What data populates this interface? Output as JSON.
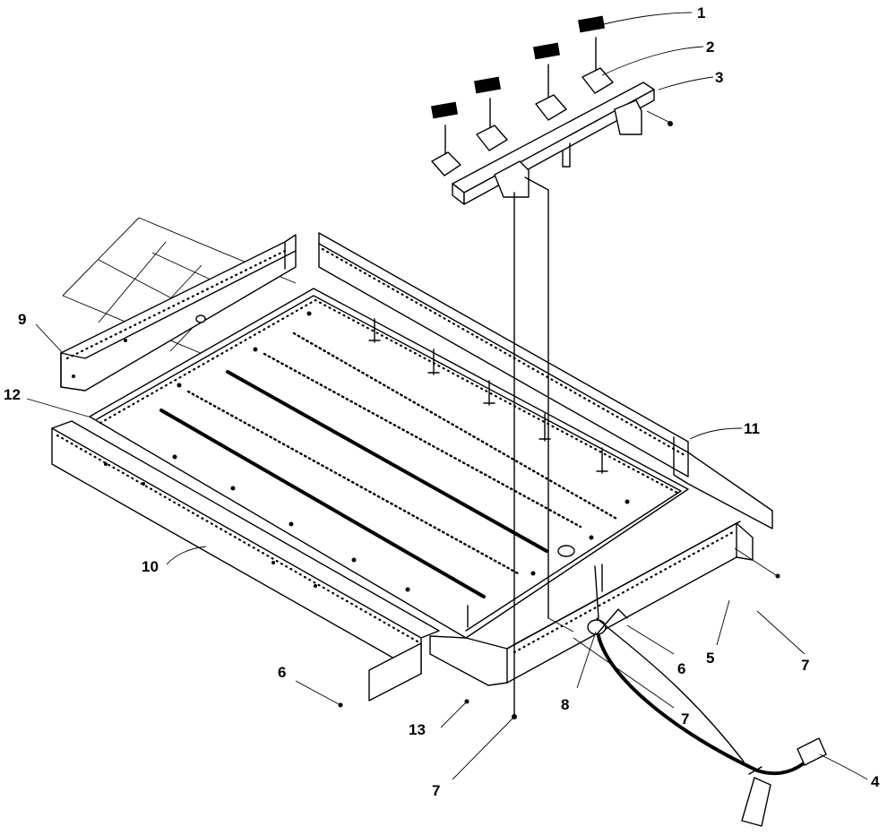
{
  "colors": {
    "line": "#000000",
    "background": "#ffffff"
  },
  "callouts": {
    "c1": "1",
    "c2": "2",
    "c3": "3",
    "c4": "4",
    "c5": "5",
    "c6a": "6",
    "c6b": "6",
    "c7a": "7",
    "c7b": "7",
    "c7c": "7",
    "c8": "8",
    "c9": "9",
    "c10": "10",
    "c11": "11",
    "c12": "12",
    "c13": "13"
  }
}
